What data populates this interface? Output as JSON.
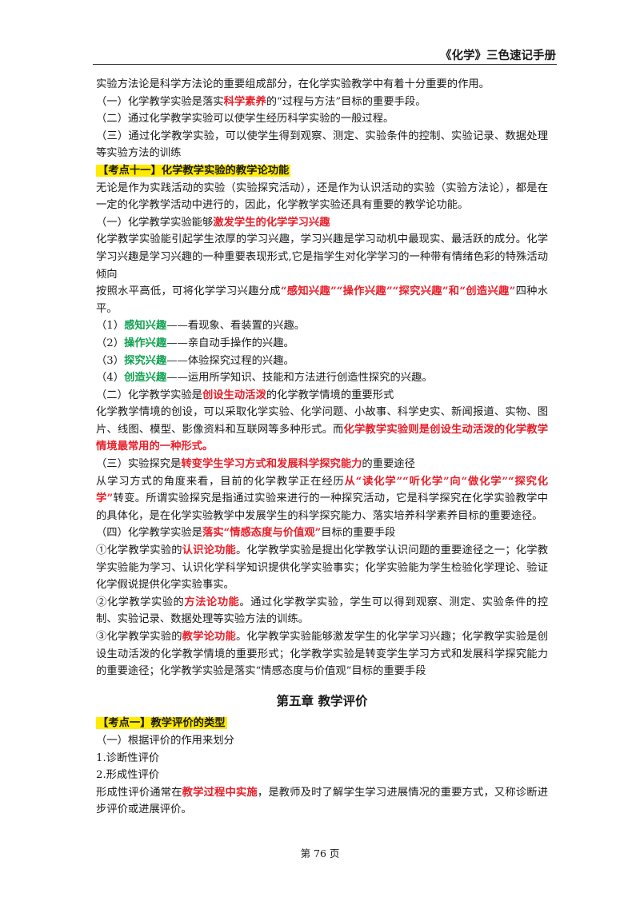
{
  "header": {
    "title": "《化学》三色速记手册"
  },
  "paragraphs": [
    [
      {
        "t": "实验方法论是科学方法论的重要组成部分，在化学实验教学中有着十分重要的作用。"
      }
    ],
    [
      {
        "t": "（一）化学教学实验是落实"
      },
      {
        "t": "科学素养",
        "s": "red"
      },
      {
        "t": "的“过程与方法”目标的重要手段。"
      }
    ],
    [
      {
        "t": "（二）通过化学教学实验可以使学生经历科学实验的一般过程。"
      }
    ],
    [
      {
        "t": "（三）通过化学教学实验，可以使学生得到观察、测定、实验条件的控制、实验记录、数据处理等实验方法的训练"
      }
    ],
    [
      {
        "t": "【考点十一】化学教学实验的教学论功能",
        "s": "hl"
      }
    ],
    [
      {
        "t": "无论是作为实践活动的实验（实验探究活动），还是作为认识活动的实验（实验方法论），都是在一定的化学教学活动中进行的，因此，化学教学实验还具有重要的教学论功能。"
      }
    ],
    [
      {
        "t": "（一）化学教学实验能够"
      },
      {
        "t": "激发学生的化学学习兴趣",
        "s": "red"
      }
    ],
    [
      {
        "t": "化学教学实验能引起学生浓厚的学习兴趣，学习兴趣是学习动机中最现实、最活跃的成分。化学学习兴趣是学习兴趣的一种重要表现形式,它是指学生对化学学习的一种带有情绪色彩的特殊活动倾向"
      }
    ],
    [
      {
        "t": "按照水平高低，可将化学学习兴趣分成"
      },
      {
        "t": "“感知兴趣”“操作兴趣”“探究兴趣”和“创造兴趣”",
        "s": "red"
      },
      {
        "t": "四种水平。"
      }
    ],
    [
      {
        "t": "（1）"
      },
      {
        "t": "感知兴趣",
        "s": "grn"
      },
      {
        "t": "——看现象、看装置的兴趣。"
      }
    ],
    [
      {
        "t": "（2）"
      },
      {
        "t": "操作兴趣",
        "s": "grn"
      },
      {
        "t": "——亲自动手操作的兴趣。"
      }
    ],
    [
      {
        "t": "（3）"
      },
      {
        "t": "探究兴趣",
        "s": "grn"
      },
      {
        "t": "——体验探究过程的兴趣。"
      }
    ],
    [
      {
        "t": "（4）"
      },
      {
        "t": "创造兴趣",
        "s": "grn"
      },
      {
        "t": "——运用所学知识、技能和方法进行创造性探究的兴趣。"
      }
    ],
    [
      {
        "t": "（二）化学教学实验是"
      },
      {
        "t": "创设生动活泼",
        "s": "red"
      },
      {
        "t": "的化学教学情境的重要形式"
      }
    ],
    [
      {
        "t": "化学教学情境的创设，可以采取化学实验、化学问题、小故事、科学史实、新闻报道、实物、图片、线图、模型、影像资料和互联网等多种形式。而"
      },
      {
        "t": "化学教学实验则是创设生动活泼的化学教学情境最常用的一种形式。",
        "s": "red"
      }
    ],
    [
      {
        "t": "（三）实验探究是"
      },
      {
        "t": "转变学生学习方式和发展科学探究能力",
        "s": "red"
      },
      {
        "t": "的重要途径"
      }
    ],
    [
      {
        "t": "从学习方式的角度来看，目前的化学教学正在经历"
      },
      {
        "t": "从“读化学”“听化学”向“做化学”“探究化学”",
        "s": "red"
      },
      {
        "t": "转变。所谓实验探究是指通过实验来进行的一种探究活动，它是科学探究在化学实验教学中的具体化，是在化学实验教学中发展学生的科学探究能力、落实培养科学素养目标的重要途径。"
      }
    ],
    [
      {
        "t": "（四）化学教学实验是"
      },
      {
        "t": "落实“情感态度与价值观”",
        "s": "red"
      },
      {
        "t": "目标的重要手段"
      }
    ],
    [
      {
        "t": "①化学教学实验的"
      },
      {
        "t": "认识论功能",
        "s": "red"
      },
      {
        "t": "。化学教学实验是提出化学教学认识问题的重要途径之一；化学教学实验能为学习、认识化学科学知识提供化学实验事实；化学实验能为学生检验化学理论、验证化学假说提供化学实验事实。"
      }
    ],
    [
      {
        "t": "②化学教学实验的"
      },
      {
        "t": "方法论功能",
        "s": "red"
      },
      {
        "t": "。通过化学教学实验，学生可以得到观察、测定、实验条件的控制、实验记录、数据处理等实验方法的训练。"
      }
    ],
    [
      {
        "t": "③化学教学实验的"
      },
      {
        "t": "教学论功能",
        "s": "red"
      },
      {
        "t": "。化学教学实验能够激发学生的化学学习兴趣；化学教学实验是创设生动活泼的化学教学情境的重要形式；化学教学实验是转变学生学习方式和发展科学探究能力的重要途径；化学教学实验是落实“情感态度与价值观”目标的重要手段"
      }
    ]
  ],
  "chapter_title": "第五章  教学评价",
  "paragraphs2": [
    [
      {
        "t": "【考点一】教学评价的类型",
        "s": "hl"
      }
    ],
    [
      {
        "t": "（一）根据评价的作用来划分"
      }
    ],
    [
      {
        "t": "1.诊断性评价"
      }
    ],
    [
      {
        "t": "2.形成性评价"
      }
    ],
    [
      {
        "t": "形成性评价通常在"
      },
      {
        "t": "教学过程中实施",
        "s": "red"
      },
      {
        "t": "，是教师及时了解学生学习进展情况的重要方式，又称诊断进步评价或进展评价。"
      }
    ]
  ],
  "footer": {
    "page": "第 76 页"
  }
}
